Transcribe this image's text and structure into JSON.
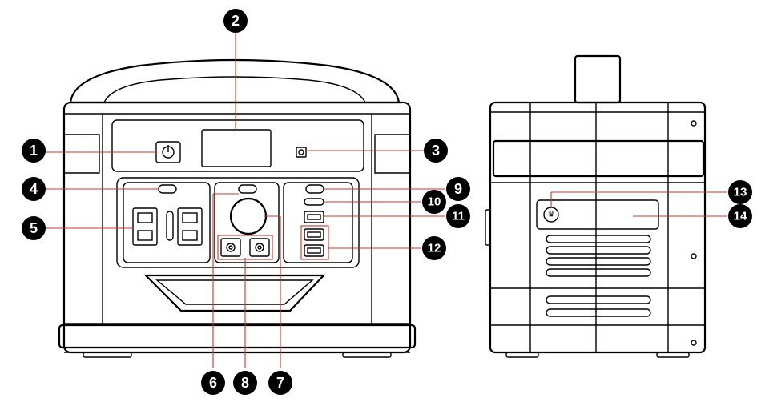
{
  "callouts": [
    {
      "id": "1",
      "label": "1"
    },
    {
      "id": "2",
      "label": "2"
    },
    {
      "id": "3",
      "label": "3"
    },
    {
      "id": "4",
      "label": "4"
    },
    {
      "id": "5",
      "label": "5"
    },
    {
      "id": "6",
      "label": "6"
    },
    {
      "id": "7",
      "label": "7"
    },
    {
      "id": "8",
      "label": "8"
    },
    {
      "id": "9",
      "label": "9"
    },
    {
      "id": "10",
      "label": "10"
    },
    {
      "id": "11",
      "label": "11"
    },
    {
      "id": "12",
      "label": "12"
    },
    {
      "id": "13",
      "label": "13"
    },
    {
      "id": "14",
      "label": "14"
    }
  ],
  "colors": {
    "outline": "#000000",
    "leader": "#c0392b",
    "badge": "#000000"
  },
  "icons": [
    "power-icon",
    "flashlight-icon"
  ]
}
